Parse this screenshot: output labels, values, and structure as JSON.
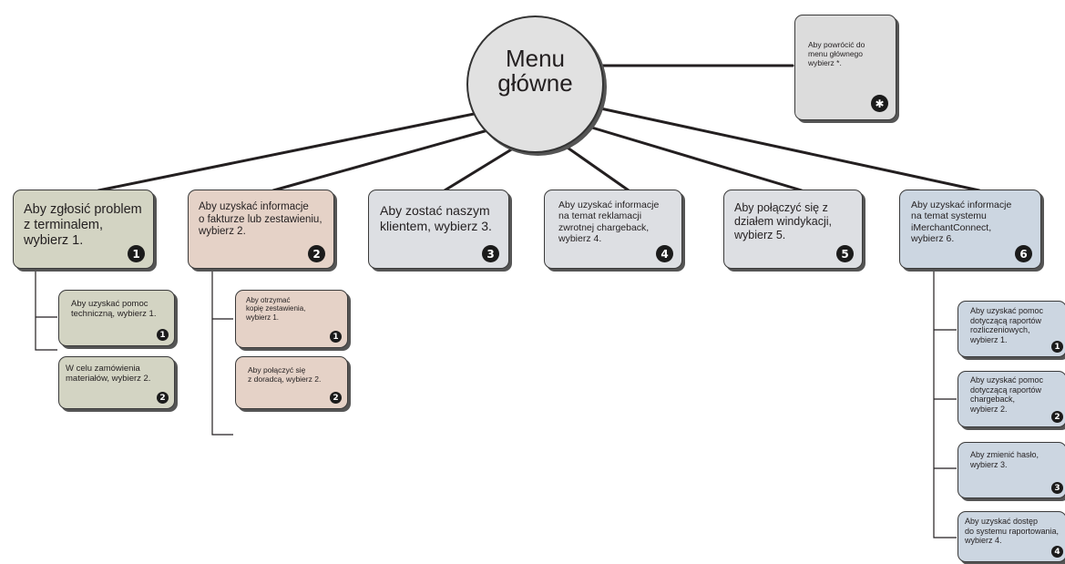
{
  "hub": {
    "label": "Menu\ngłówne"
  },
  "return_note": {
    "text": "Aby powrócić do\nmenu głównego\nwybierz *.",
    "badge": "✱"
  },
  "options": [
    {
      "text": "Aby zgłosić problem\nz terminalem,\nwybierz 1.",
      "badge": "1",
      "color": "#d3d4c3"
    },
    {
      "text": "Aby uzyskać informacje\no fakturze lub zestawieniu,\nwybierz 2.",
      "badge": "2",
      "color": "#e5d2c7"
    },
    {
      "text": "Aby zostać naszym\nklientem, wybierz 3.",
      "badge": "3",
      "color": "#dddfe3"
    },
    {
      "text": "Aby uzyskać informacje\nna temat reklamacji\nzwrotnej chargeback,\nwybierz 4.",
      "badge": "4",
      "color": "#dddfe3"
    },
    {
      "text": "Aby połączyć się z\ndziałem windykacji,\nwybierz 5.",
      "badge": "5",
      "color": "#dddfe3"
    },
    {
      "text": "Aby uzyskać informacje\nna temat systemu\niMerchantConnect,\nwybierz 6.",
      "badge": "6",
      "color": "#ccd6e1"
    }
  ],
  "sub1": [
    {
      "text": "Aby uzyskać pomoc\ntechniczną, wybierz 1.",
      "badge": "1"
    },
    {
      "text": "W celu zamówienia\nmateriałów, wybierz 2.",
      "badge": "2"
    }
  ],
  "sub2": [
    {
      "text": "Aby otrzymać\nkopię zestawienia,\nwybierz 1.",
      "badge": "1"
    },
    {
      "text": "Aby połączyć się\nz doradcą, wybierz 2.",
      "badge": "2"
    }
  ],
  "sub6": [
    {
      "text": "Aby uzyskać pomoc\ndotyczącą raportów\nrozliczeniowych,\nwybierz 1.",
      "badge": "1"
    },
    {
      "text": "Aby uzyskać pomoc\ndotyczącą raportów\nchargeback,\nwybierz 2.",
      "badge": "2"
    },
    {
      "text": "Aby zmienić hasło,\nwybierz 3.",
      "badge": "3"
    },
    {
      "text": "Aby uzyskać dostęp\ndo systemu raportowania,\nwybierz 4.",
      "badge": "4"
    }
  ]
}
